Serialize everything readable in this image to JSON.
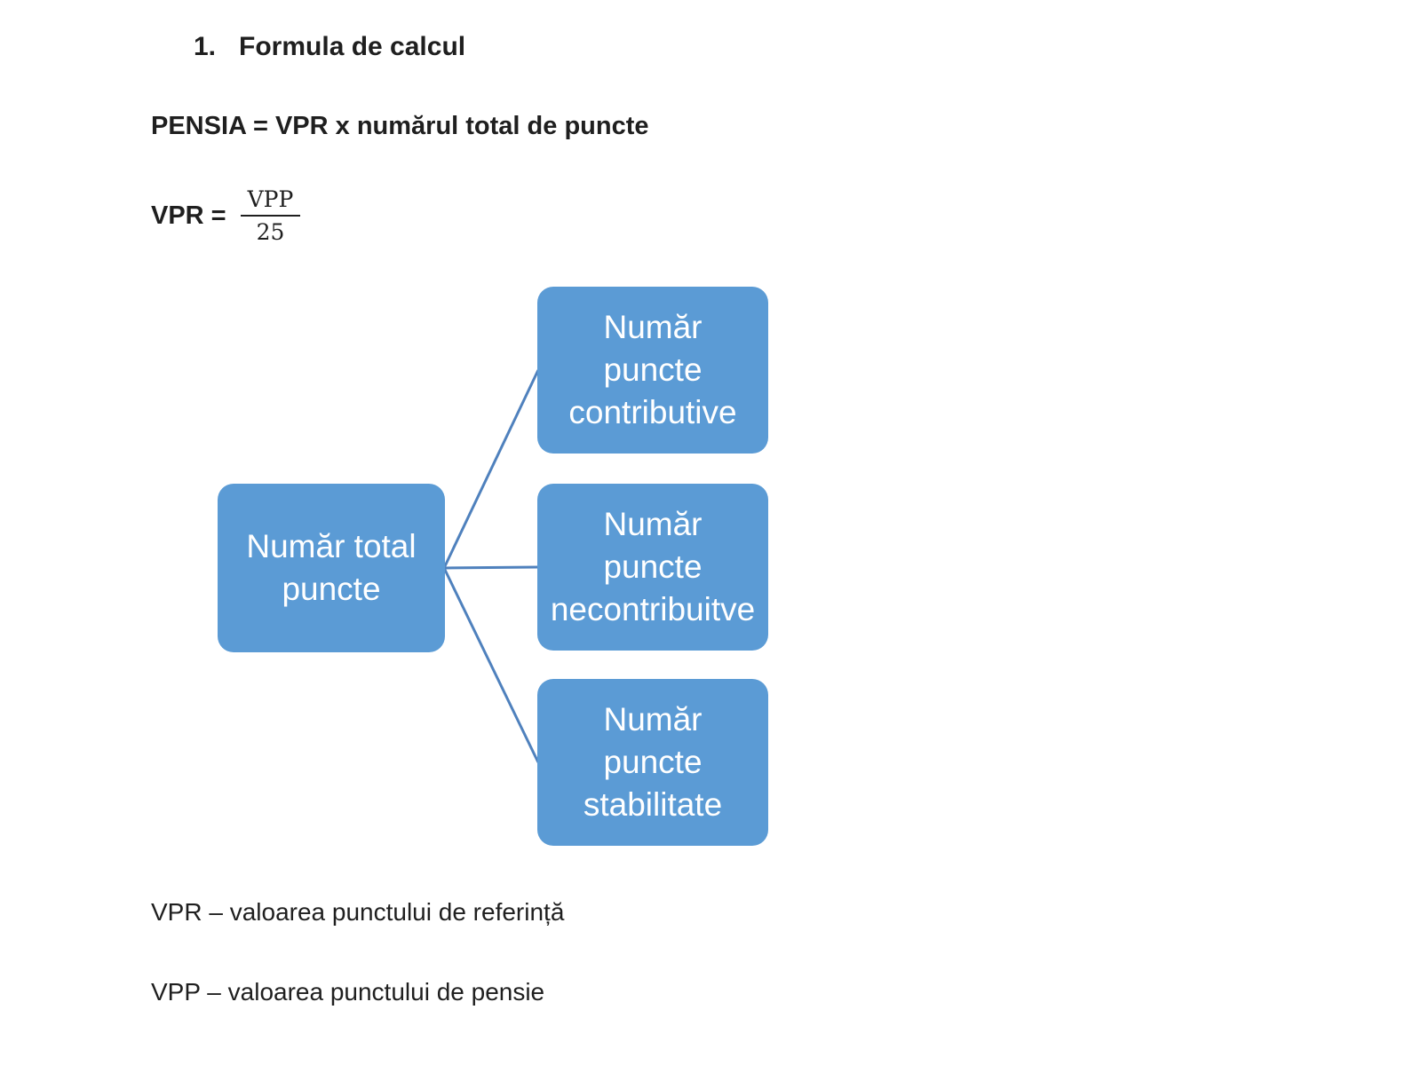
{
  "heading": {
    "number": "1.",
    "title": "Formula de calcul"
  },
  "formulas": {
    "pensia": "PENSIA = VPR x numărul total de puncte",
    "vpr_label": "VPR =",
    "fraction_numerator": "VPP",
    "fraction_denominator": "25"
  },
  "diagram": {
    "root": {
      "label": "Număr total puncte"
    },
    "children": [
      {
        "label": "Număr puncte contributive"
      },
      {
        "label": "Număr puncte necontribuitve"
      },
      {
        "label": "Număr puncte stabilitate"
      }
    ],
    "box_color": "#5b9bd5",
    "line_color": "#4f81bd",
    "text_color": "#ffffff"
  },
  "notes": {
    "vpr": "VPR – valoarea punctului de referință",
    "vpp": "VPP – valoarea punctului de pensie"
  }
}
